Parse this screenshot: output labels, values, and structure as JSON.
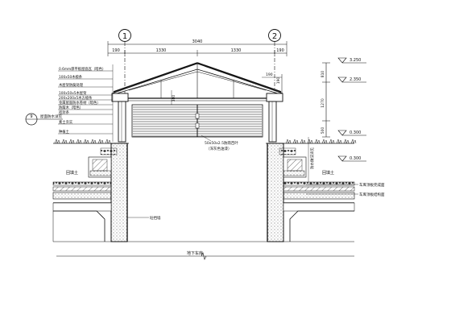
{
  "axes": {
    "left": "1",
    "right": "2"
  },
  "dimensions": {
    "total": "3040",
    "left_offset": "190",
    "left_span": "1330",
    "right_span": "1330",
    "right_offset": "190",
    "eave_left": "190",
    "eave_right": "190",
    "height_top": "810",
    "height_mid": "1270",
    "height_low": "500",
    "louver_height": "380"
  },
  "levels": {
    "top": "3.250",
    "eave": "2.350",
    "ground": "0.300",
    "sub": "0.300"
  },
  "left_labels": [
    "0.6mm厚平板屋面瓦（暗色）",
    "100x50木檩条",
    "木屋架防腐处理",
    "100x50x5木屋架",
    "200x200x5木方檩条",
    "金属屋面防水卷材（暗色）",
    "防腐木（暗色）",
    "密封条",
    "素土夯实",
    "种植土"
  ],
  "detail_mark": {
    "number": "9",
    "text": "屋面防水详见"
  },
  "center_labels": {
    "louver_note": "50x50x2.5防雨百叶",
    "louver_sub": "（深灰色油漆）",
    "wall_note": "砼挡墙"
  },
  "side_labels": {
    "left_soil": "回填土",
    "right_soil": "回填土",
    "right_wall": "防水做法详见",
    "right_level1": "车库顶板完成面",
    "right_level2": "车库顶板结构面"
  },
  "bottom_label": "地下车库"
}
